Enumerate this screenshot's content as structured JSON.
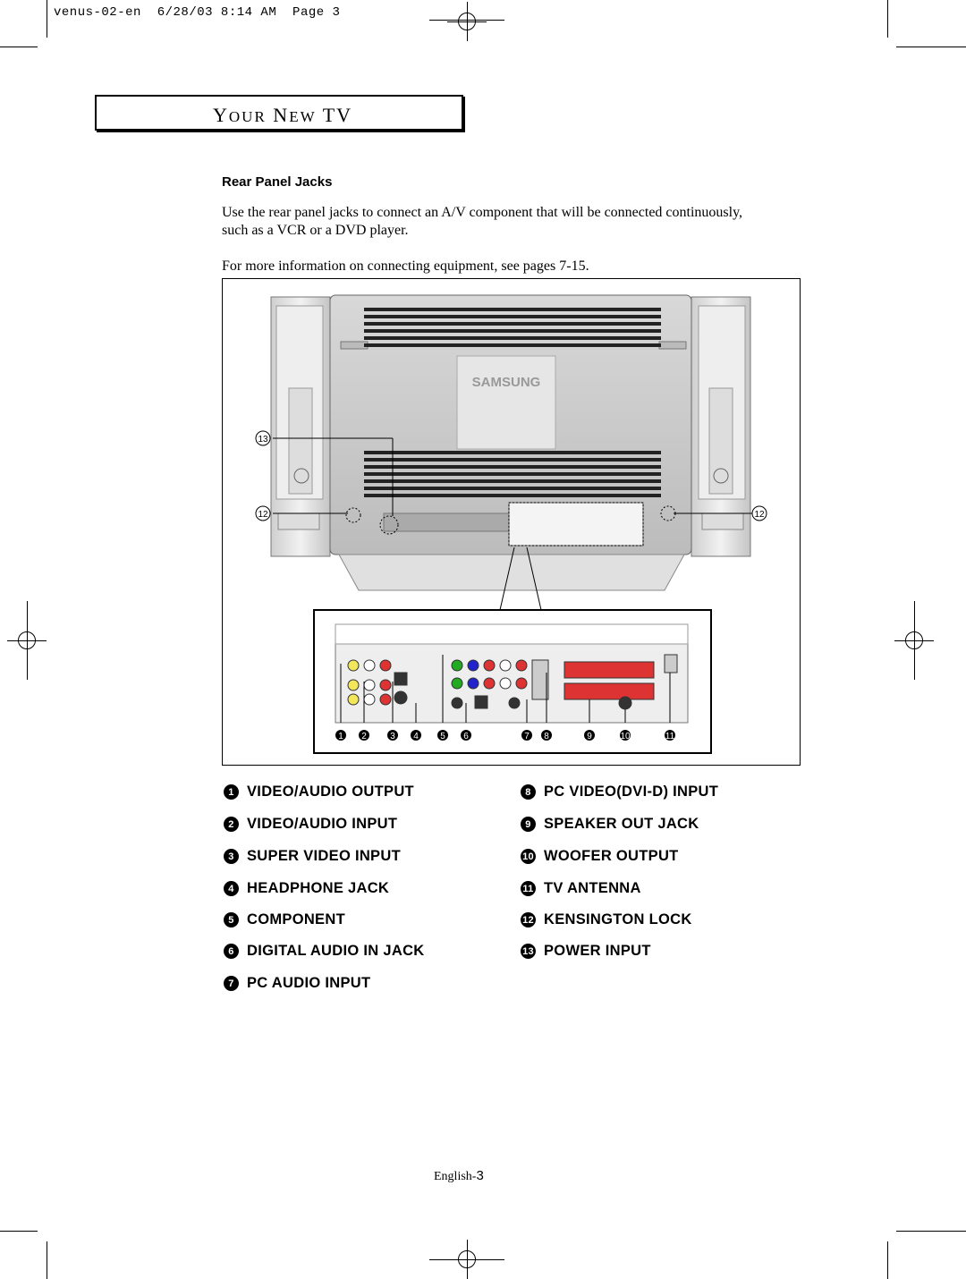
{
  "slug": "venus-02-en  6/28/03 8:14 AM  Page 3",
  "header": {
    "y1": "Y",
    "our": "OUR",
    "n": "N",
    "ew": "EW",
    "tv": "TV"
  },
  "section_title": "Rear Panel Jacks",
  "intro": "Use the rear panel jacks to connect an A/V component that will be connected continuously, such as a VCR or a DVD player.",
  "more_info": "For more information on connecting equipment, see pages 7-15.",
  "figure": {
    "brand": "SAMSUNG",
    "callouts": [
      "1",
      "2",
      "3",
      "4",
      "5",
      "6",
      "7",
      "8",
      "9",
      "10",
      "11",
      "12",
      "13"
    ]
  },
  "items_left": [
    {
      "num": "1",
      "label": "VIDEO/AUDIO OUTPUT"
    },
    {
      "num": "2",
      "label": "VIDEO/AUDIO INPUT"
    },
    {
      "num": "3",
      "label": "SUPER VIDEO INPUT"
    },
    {
      "num": "4",
      "label": "HEADPHONE JACK"
    },
    {
      "num": "5",
      "label": "COMPONENT"
    },
    {
      "num": "6",
      "label": "DIGITAL AUDIO IN JACK"
    },
    {
      "num": "7",
      "label": "PC AUDIO INPUT"
    }
  ],
  "items_right": [
    {
      "num": "8",
      "label": "PC VIDEO(DVI-D) INPUT"
    },
    {
      "num": "9",
      "label": "SPEAKER OUT JACK"
    },
    {
      "num": "10",
      "label": "WOOFER OUTPUT"
    },
    {
      "num": "11",
      "label": "TV ANTENNA"
    },
    {
      "num": "12",
      "label": "KENSINGTON LOCK"
    },
    {
      "num": "13",
      "label": "POWER INPUT"
    }
  ],
  "footer": {
    "lang": "English-",
    "page": "3"
  }
}
